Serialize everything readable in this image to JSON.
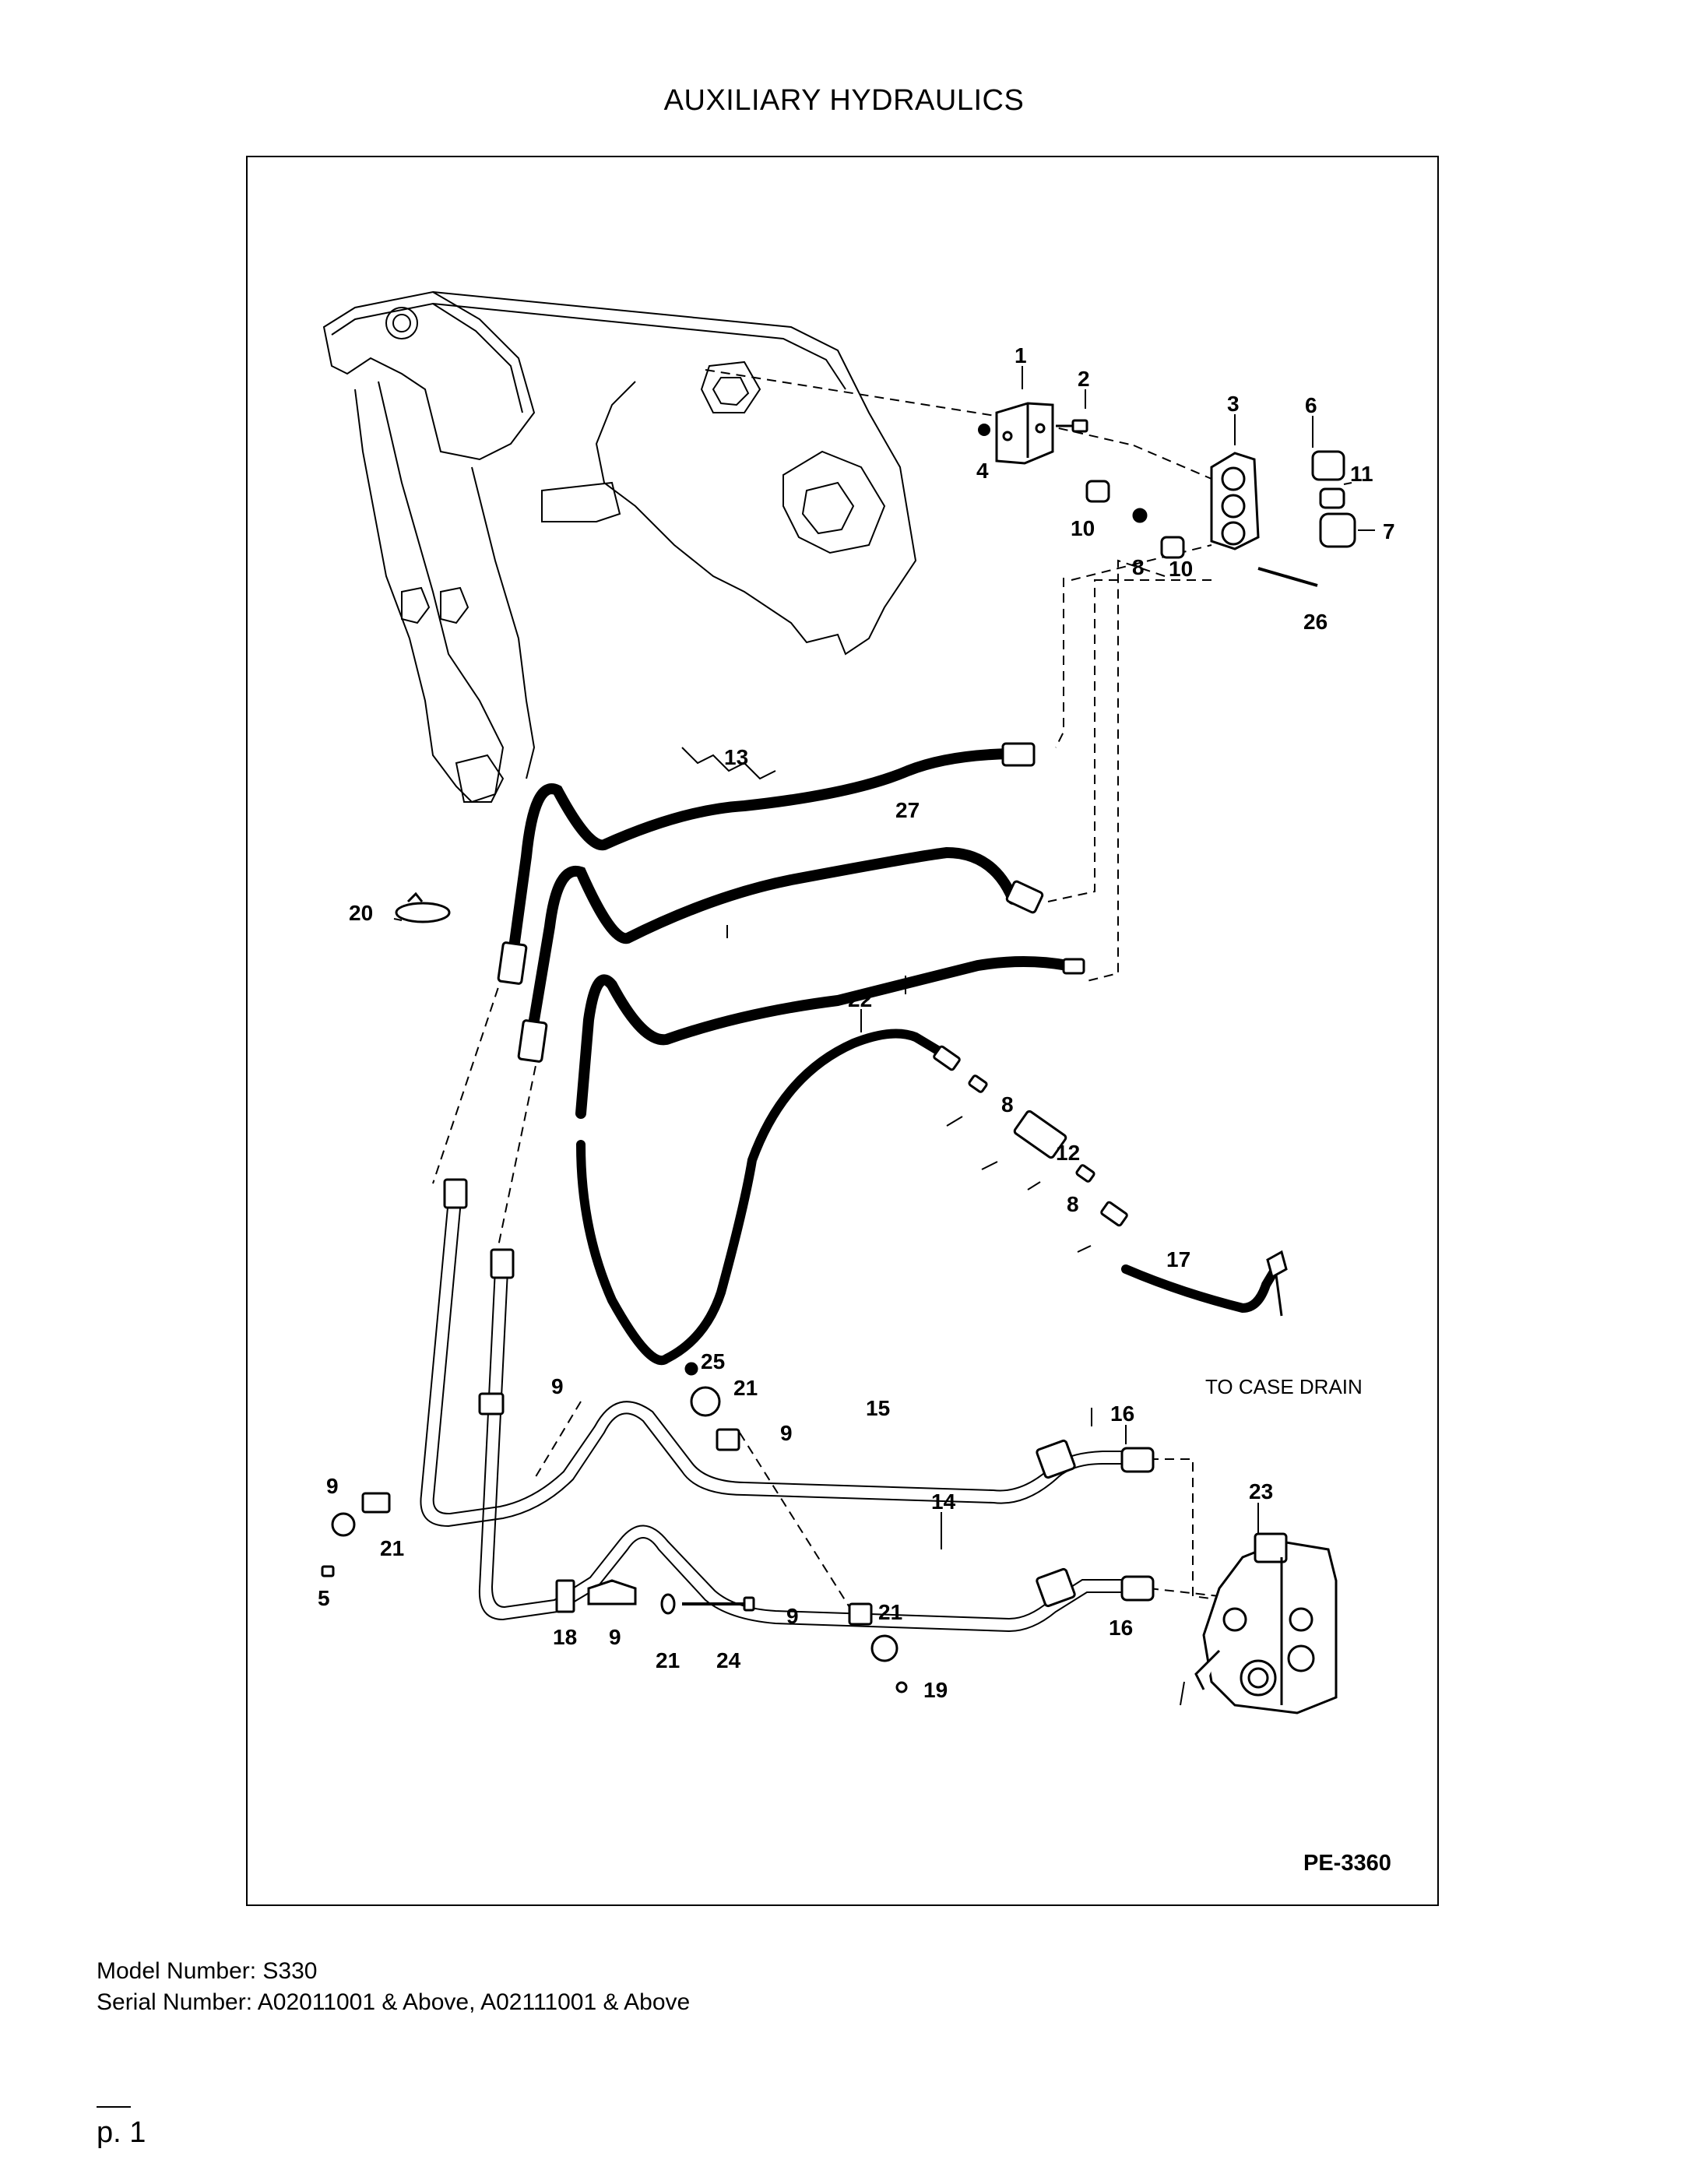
{
  "page": {
    "title": "AUXILIARY HYDRAULICS",
    "model_number": "Model Number: S330",
    "serial_number": "Serial Number: A02011001 & Above, A02111001 & Above",
    "page_label": "p. 1"
  },
  "diagram": {
    "drawing_number": "PE-3360",
    "case_drain_note": "TO CASE DRAIN",
    "callouts": {
      "c1": "1",
      "c2": "2",
      "c3": "3",
      "c4": "4",
      "c5": "5",
      "c6": "6",
      "c7": "7",
      "c8a": "8",
      "c8b": "8",
      "c8c": "8",
      "c9a": "9",
      "c9b": "9",
      "c9c": "9",
      "c9d": "9",
      "c9e": "9",
      "c10a": "10",
      "c10b": "10",
      "c11": "11",
      "c12": "12",
      "c13": "13",
      "c14": "14",
      "c15": "15",
      "c16a": "16",
      "c16b": "16",
      "c17": "17",
      "c18": "18",
      "c19": "19",
      "c20": "20",
      "c21a": "21",
      "c21b": "21",
      "c21c": "21",
      "c21d": "21",
      "c22": "22",
      "c23": "23",
      "c24": "24",
      "c25": "25",
      "c26": "26",
      "c27": "27"
    }
  }
}
